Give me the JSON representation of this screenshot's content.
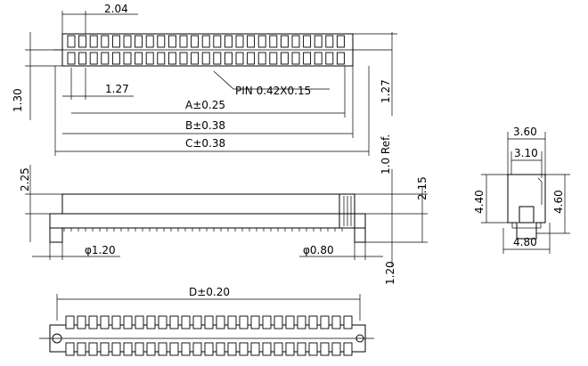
{
  "drawing": {
    "top_view": {
      "dim_pitch_top": "2.04",
      "dim_pitch": "1.27",
      "pin_note": "PIN 0.42X0.15",
      "dim_a": "A±0.25",
      "dim_b": "B±0.38",
      "dim_c": "C±0.38",
      "dim_left_height": "1.30",
      "dim_right_height": "1.27",
      "dim_ref": "1.0 Ref."
    },
    "front_view": {
      "dim_left_height": "2.25",
      "dim_right_height": "2.15",
      "dim_hole_left": "φ1.20",
      "dim_hole_right": "φ0.80",
      "dim_bottom": "1.20"
    },
    "side_view": {
      "dim_top_width": "3.60",
      "dim_inner_width": "3.10",
      "dim_left_height": "4.40",
      "dim_right_height": "4.60",
      "dim_bottom_width": "4.80"
    },
    "bottom_view": {
      "dim_d": "D±0.20"
    }
  }
}
